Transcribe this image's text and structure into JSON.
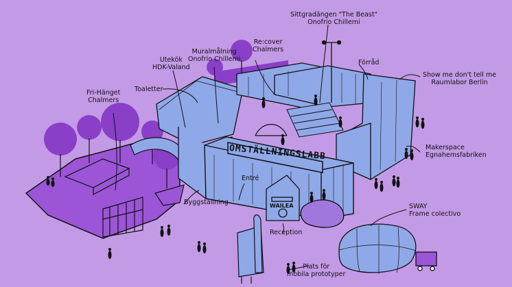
{
  "colors": {
    "background": "#c39ae6",
    "building": "#8fa8e8",
    "trees": "#8a3fc8",
    "ground": "#9b55d6",
    "pond": "#a277dd",
    "outline": "#111111"
  },
  "sign_text": "OMSTÄLLNINGSLABB",
  "container_text": "WAILEA",
  "labels": {
    "fri_hanget": "Fri-Hänget\nChalmers",
    "toaletter": "Toaletter",
    "utekok": "Utekök\nHDK-Valand",
    "muralmalning": "Muralmålning\nOnofrio Chillemi",
    "recover": "Re:cover\nChalmers",
    "sittgradangen": "Sittgradängen \"The Beast\"\nOnofrio Chillemi",
    "forrad": "Förråd",
    "show_me": "Show me don't tell me\nRaumlabor Berlin",
    "makerspace": "Makerspace\nEgnahemsfabriken",
    "entre": "Entré",
    "byggstallning": "Byggställning",
    "sway": "SWAY\nFrame colectivo",
    "reception": "Reception",
    "plats": "Plats för\nmobila prototyper"
  }
}
